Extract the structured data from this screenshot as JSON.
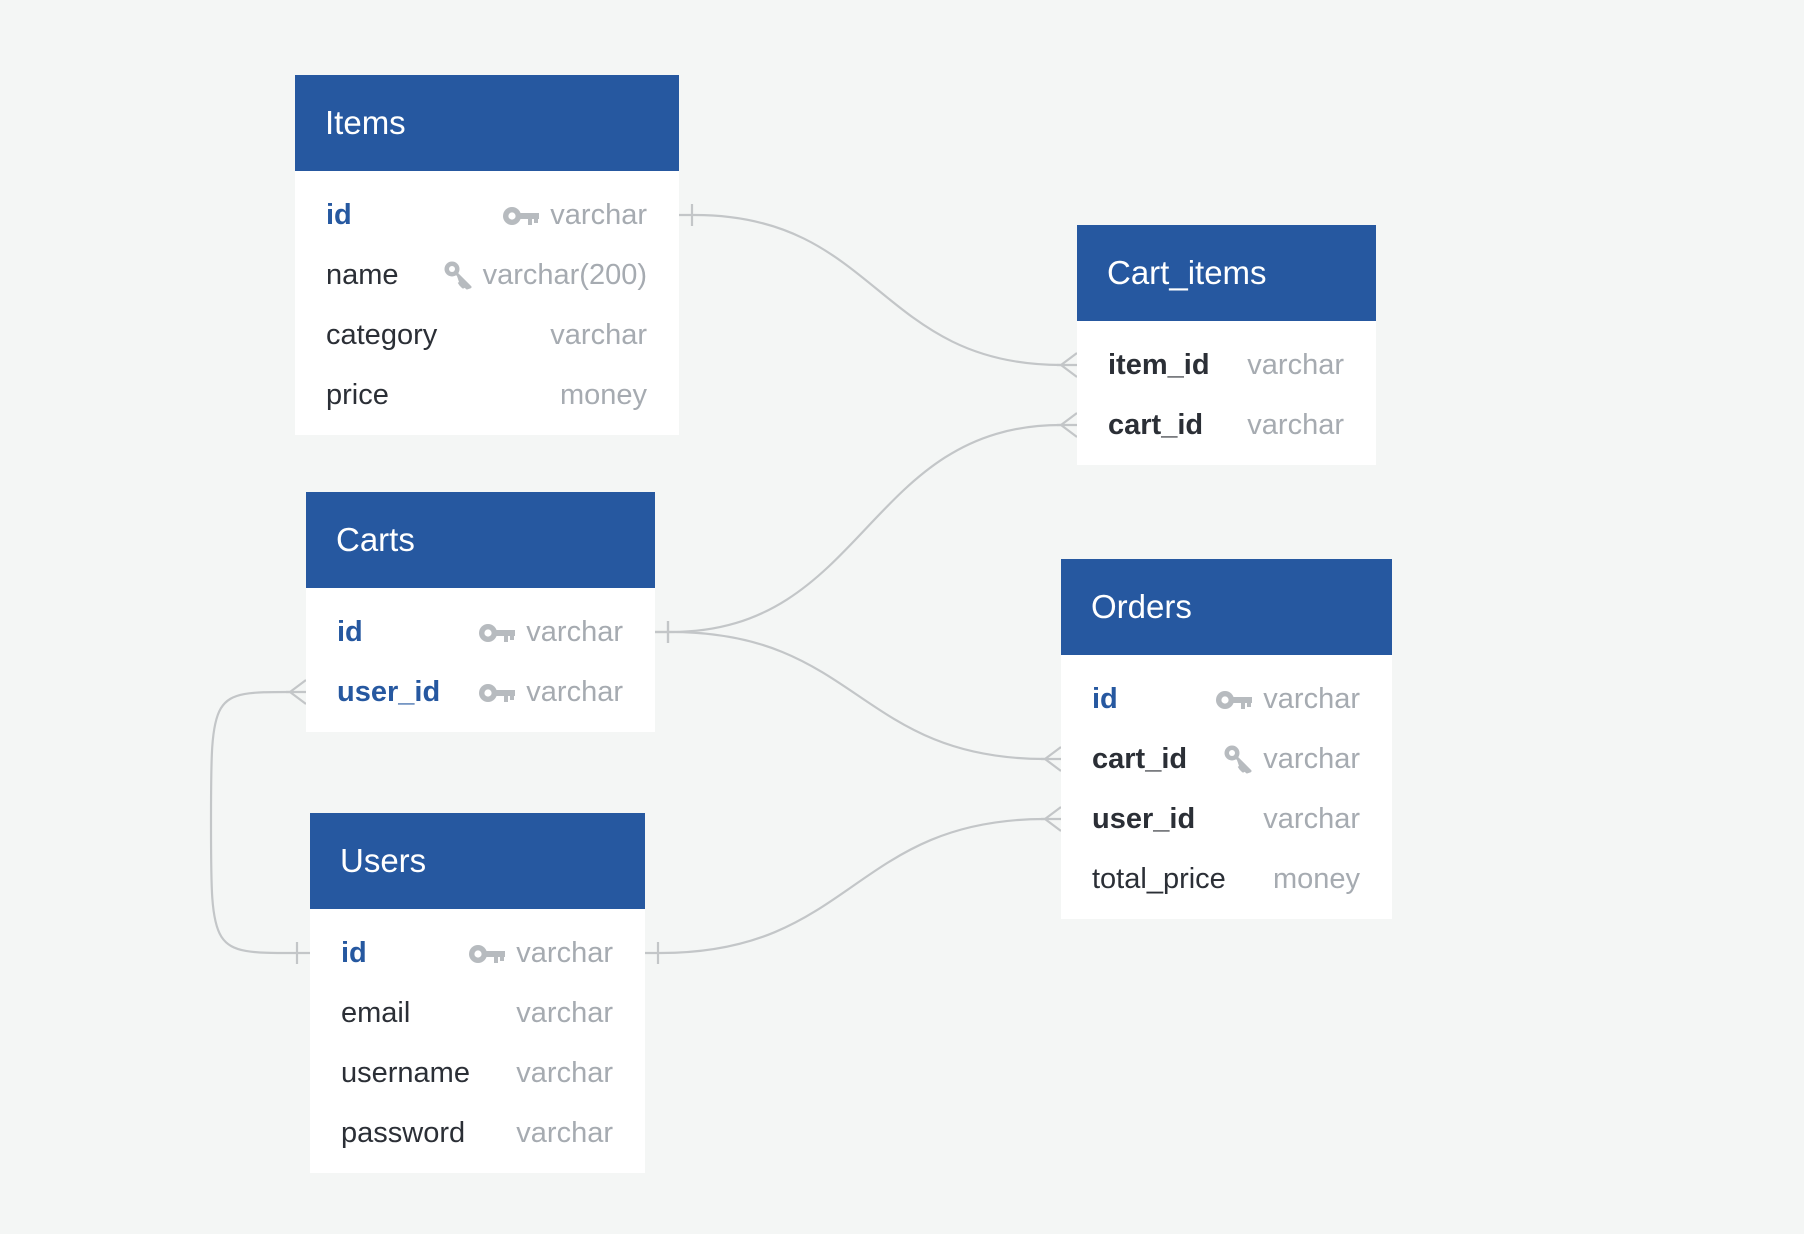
{
  "colors": {
    "background": "#f4f6f5",
    "header": "#2658a0",
    "primary_key_text": "#2658a0",
    "type_text": "#a6abb1",
    "connector": "#c3c6c8"
  },
  "tables": [
    {
      "id": "items",
      "title": "Items",
      "fields": [
        {
          "name": "id",
          "type": "varchar",
          "key": "pk"
        },
        {
          "name": "name",
          "type": "varchar(200)",
          "key": "fk-icon"
        },
        {
          "name": "category",
          "type": "varchar",
          "key": ""
        },
        {
          "name": "price",
          "type": "money",
          "key": ""
        }
      ]
    },
    {
      "id": "cart_items",
      "title": "Cart_items",
      "fields": [
        {
          "name": "item_id",
          "type": "varchar",
          "key": "fk"
        },
        {
          "name": "cart_id",
          "type": "varchar",
          "key": "fk"
        }
      ]
    },
    {
      "id": "carts",
      "title": "Carts",
      "fields": [
        {
          "name": "id",
          "type": "varchar",
          "key": "pk"
        },
        {
          "name": "user_id",
          "type": "varchar",
          "key": "pk"
        }
      ]
    },
    {
      "id": "orders",
      "title": "Orders",
      "fields": [
        {
          "name": "id",
          "type": "varchar",
          "key": "pk"
        },
        {
          "name": "cart_id",
          "type": "varchar",
          "key": "fk-icon"
        },
        {
          "name": "user_id",
          "type": "varchar",
          "key": "fk"
        },
        {
          "name": "total_price",
          "type": "money",
          "key": ""
        }
      ]
    },
    {
      "id": "users",
      "title": "Users",
      "fields": [
        {
          "name": "id",
          "type": "varchar",
          "key": "pk"
        },
        {
          "name": "email",
          "type": "varchar",
          "key": ""
        },
        {
          "name": "username",
          "type": "varchar",
          "key": ""
        },
        {
          "name": "password",
          "type": "varchar",
          "key": ""
        }
      ]
    }
  ],
  "relationships": [
    {
      "from": "items.id",
      "to": "cart_items.item_id",
      "cardinality": "one-to-many"
    },
    {
      "from": "carts.id",
      "to": "cart_items.cart_id",
      "cardinality": "one-to-many"
    },
    {
      "from": "carts.id",
      "to": "orders.cart_id",
      "cardinality": "one-to-many"
    },
    {
      "from": "users.id",
      "to": "carts.user_id",
      "cardinality": "one-to-many"
    },
    {
      "from": "users.id",
      "to": "orders.user_id",
      "cardinality": "one-to-many"
    }
  ]
}
